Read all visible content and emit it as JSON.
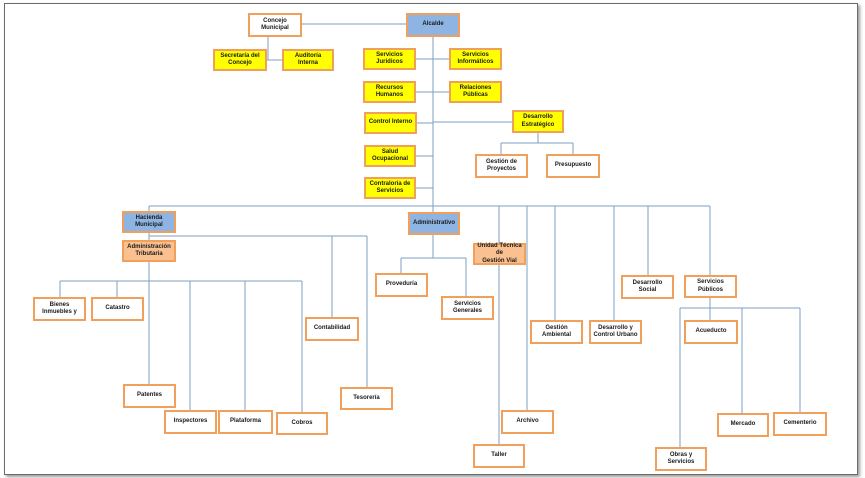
{
  "chart": {
    "colors": {
      "line": "#7f9fc6",
      "border": "#f0a05a",
      "yellow": "#ffff00",
      "blue": "#8eb4e3",
      "peach": "#fac08f",
      "white": "#ffffff"
    },
    "nodes": {
      "concejo": "Concejo\nMunicipal",
      "alcalde": "Alcalde",
      "secretaria": "Secretaría del\nConcejo",
      "auditoria": "Auditoría\nInterna",
      "serv_juridicos": "Servicios\nJurídicos",
      "serv_informaticos": "Servicios\nInformáticos",
      "recursos_humanos": "Recursos\nHumanos",
      "relaciones_publicas": "Relaciones\nPúblicas",
      "control_interno": "Control Interno",
      "desarrollo_estrategico": "Desarrollo\nEstratégico",
      "salud_ocupacional": "Salud\nOcupacional",
      "gestion_proyectos": "Gestión de\nProyectos",
      "presupuesto": "Presupuesto",
      "contraloria": "Contraloría de\nServicios",
      "hacienda": "Hacienda\nMunicipal",
      "administrativo": "Administrativo",
      "admin_tributaria": "Administración\nTributaria",
      "unidad_tecnica": "Unidad Técnica de\nGestión Vial",
      "proveduria": "Proveduría",
      "servicios_generales": "Servicios\nGenerales",
      "desarrollo_social": "Desarrollo\nSocial",
      "servicios_publicos": "Servicios\nPúblicos",
      "bienes_inmuebles": "Bienes\nInmuebles y",
      "catastro": "Catastro",
      "contabilidad": "Contabilidad",
      "gestion_ambiental": "Gestión\nAmbiental",
      "desarrollo_urbano": "Desarrollo y\nControl Urbano",
      "acueducto": "Acueducto",
      "patentes": "Patentes",
      "tesoreria": "Tesorería",
      "inspectores": "Inspectores",
      "plataforma": "Plataforma",
      "cobros": "Cobros",
      "archivo": "Archivo",
      "mercado": "Mercado",
      "cementerio": "Cementerio",
      "taller": "Taller",
      "obras_servicios": "Obras y\nServicios"
    }
  }
}
